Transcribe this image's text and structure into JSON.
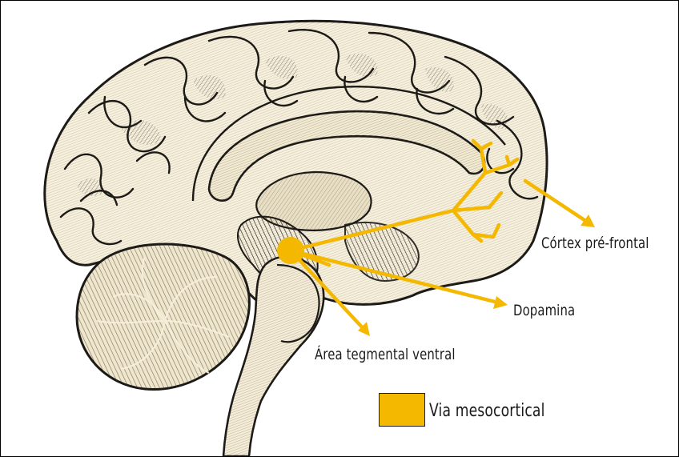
{
  "labels": {
    "cortex": "Córtex pré-frontal",
    "dopamine": "Dopamina",
    "vta": "Área tegmental ventral"
  },
  "legend": {
    "label": "Via mesocortical",
    "color": "#f5b800"
  },
  "colors": {
    "pathway": "#f5b800",
    "brain_tissue": "#f7f0dc",
    "ink": "#1c1a17"
  }
}
